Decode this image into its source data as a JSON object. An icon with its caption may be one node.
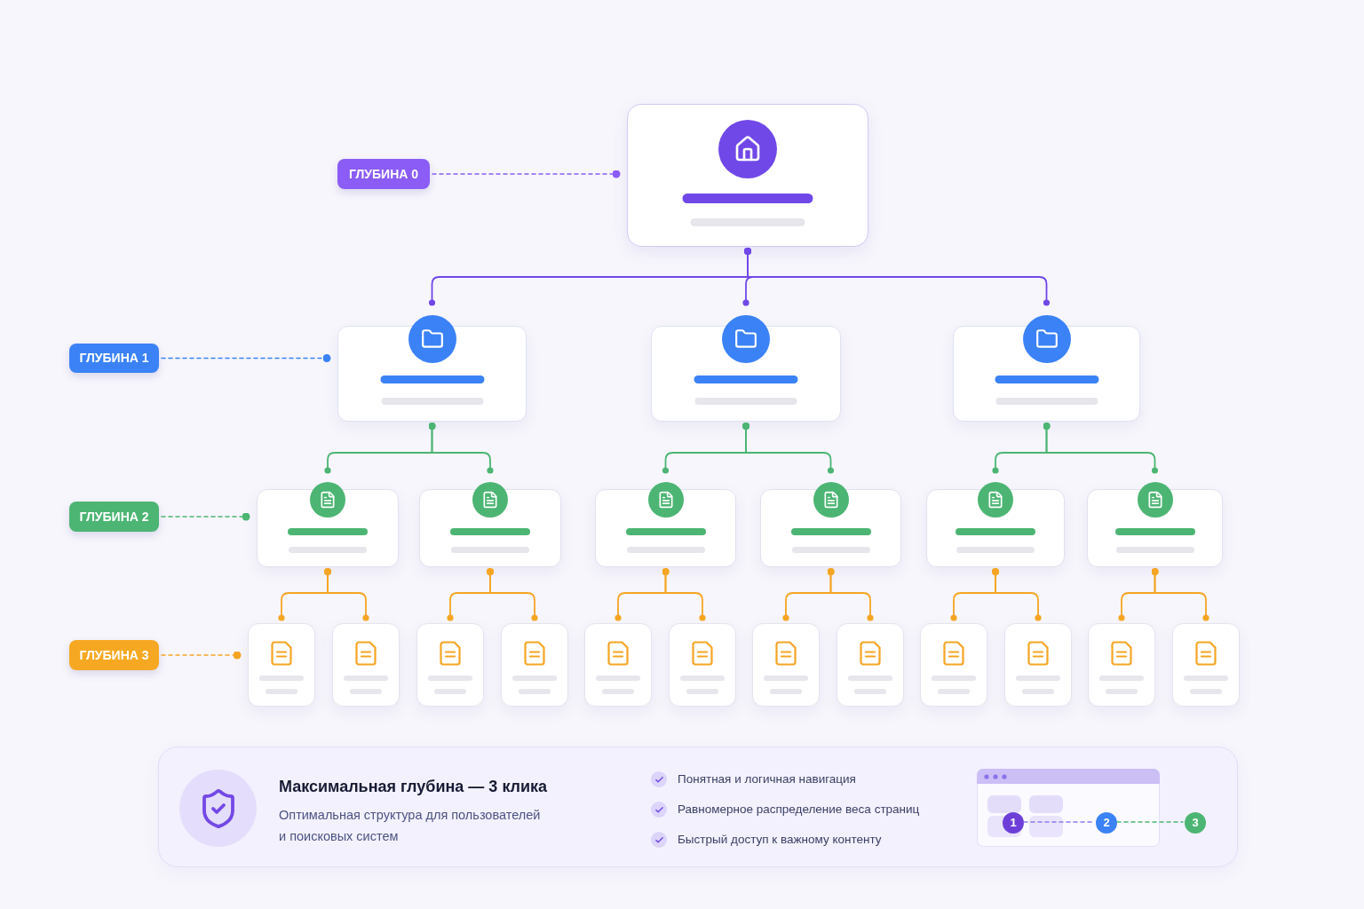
{
  "diagram": {
    "nodes": [
      {
        "text": [
          "ГЛУБИНА 0"
        ]
      },
      {
        "text": [],
        "shape": "box"
      },
      {
        "text": [
          "ГЛУБИНА 1"
        ]
      },
      {
        "text": [],
        "shape": "box"
      },
      {
        "text": [],
        "shape": "box"
      },
      {
        "text": [],
        "shape": "box"
      },
      {
        "text": [
          "ГЛУБИНА 2"
        ]
      },
      {
        "text": [],
        "shape": "box"
      },
      {
        "text": [],
        "shape": "box"
      },
      {
        "text": [],
        "shape": "box"
      },
      {
        "text": [],
        "shape": "box"
      },
      {
        "text": [],
        "shape": "box"
      },
      {
        "text": [],
        "shape": "box"
      },
      {
        "text": [
          "ГЛУБИНА 3"
        ]
      },
      {
        "text": [],
        "shape": "box"
      },
      {
        "text": [],
        "shape": "box"
      },
      {
        "text": [],
        "shape": "box"
      },
      {
        "text": [],
        "shape": "box"
      },
      {
        "text": [],
        "shape": "box"
      },
      {
        "text": [],
        "shape": "box"
      },
      {
        "text": [],
        "shape": "box"
      },
      {
        "text": [],
        "shape": "box"
      },
      {
        "text": [],
        "shape": "box"
      },
      {
        "text": [],
        "shape": "box"
      },
      {
        "text": [],
        "shape": "box"
      },
      {
        "text": [],
        "shape": "box"
      },
      {
        "text": [
          "Максимальная глубина — 3 клика",
          "Оптимальная структура для пользователей и поисковых систем",
          "Понятная и логичная навигация",
          "Равномерное распределение веса страниц",
          "Быстрый доступ к важному контенту"
        ]
      },
      {
        "text": [
          "1"
        ],
        "in": 26
      },
      {
        "text": [
          "2"
        ],
        "in": 26
      },
      {
        "text": [
          "3"
        ],
        "in": 26
      }
    ],
    "edges": [
      {
        "from": 0,
        "to": 1,
        "arrow": "other",
        "style": "dashed",
        "color": "#8b5cf6"
      },
      {
        "from": 1,
        "to": 3,
        "arrow": "other",
        "color": "#7048e8"
      },
      {
        "from": 1,
        "to": 4,
        "arrow": "other",
        "color": "#7048e8"
      },
      {
        "from": 1,
        "to": 5,
        "arrow": "other",
        "color": "#7048e8"
      },
      {
        "from": 2,
        "to": 3,
        "arrow": "other",
        "style": "dashed",
        "color": "#3b82f6"
      },
      {
        "from": 3,
        "to": 7,
        "arrow": "other",
        "color": "#4cb573"
      },
      {
        "from": 3,
        "to": 8,
        "arrow": "other",
        "color": "#4cb573"
      },
      {
        "from": 4,
        "to": 9,
        "arrow": "other",
        "color": "#4cb573"
      },
      {
        "from": 4,
        "to": 10,
        "arrow": "other",
        "color": "#4cb573"
      },
      {
        "from": 5,
        "to": 11,
        "arrow": "other",
        "color": "#4cb573"
      },
      {
        "from": 5,
        "to": 12,
        "arrow": "other",
        "color": "#4cb573"
      },
      {
        "from": 6,
        "to": 7,
        "arrow": "other",
        "style": "dashed",
        "color": "#4cb573"
      },
      {
        "from": 7,
        "to": 14,
        "arrow": "other"
      },
      {
        "from": 7,
        "to": 15,
        "arrow": "other"
      },
      {
        "from": 8,
        "to": 16,
        "arrow": "other"
      },
      {
        "from": 8,
        "to": 17,
        "arrow": "other"
      },
      {
        "from": 9,
        "to": 18,
        "arrow": "other"
      },
      {
        "from": 9,
        "to": 19,
        "arrow": "other"
      },
      {
        "from": 10,
        "to": 20,
        "arrow": "other"
      },
      {
        "from": 10,
        "to": 21,
        "arrow": "other"
      },
      {
        "from": 11,
        "to": 22,
        "arrow": "other"
      },
      {
        "from": 11,
        "to": 23,
        "arrow": "other"
      },
      {
        "from": 12,
        "to": 24,
        "arrow": "other"
      },
      {
        "from": 12,
        "to": 25,
        "arrow": "other"
      },
      {
        "from": 13,
        "to": 14,
        "arrow": "other",
        "style": "dashed"
      },
      {
        "from": 27,
        "to": 28,
        "arrow": "none",
        "style": "dashed",
        "color": "#8b7cf0"
      },
      {
        "from": 28,
        "to": 29,
        "arrow": "none",
        "style": "dashed",
        "color": "#4cb573"
      }
    ]
  }
}
